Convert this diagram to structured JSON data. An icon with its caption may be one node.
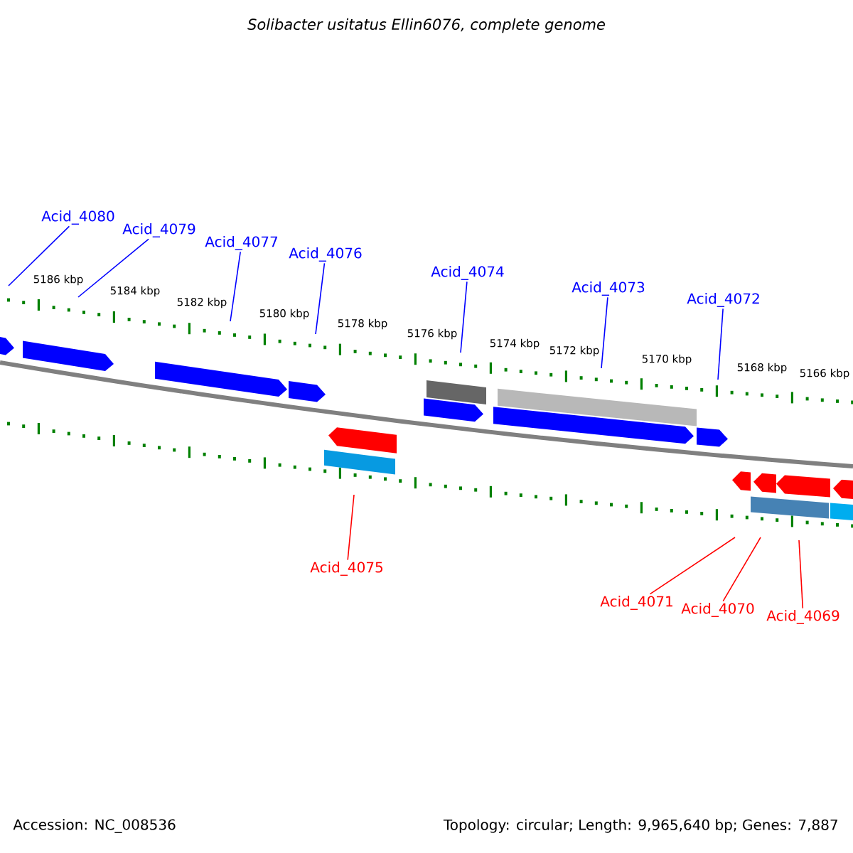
{
  "diagram": {
    "title": "Solibacter usitatus Ellin6076, complete genome",
    "nodes": [
      {
        "text": [
          "Acid_4080"
        ]
      },
      {
        "text": [
          "Acid_4079"
        ]
      },
      {
        "text": [
          "Acid_4077"
        ]
      },
      {
        "text": [
          "Acid_4076"
        ]
      },
      {
        "text": [
          "Acid_4074"
        ]
      },
      {
        "text": [
          "Acid_4073"
        ]
      },
      {
        "text": [
          "Acid_4072"
        ]
      },
      {
        "text": [
          "Acid_4075"
        ]
      },
      {
        "text": [
          "Acid_4071"
        ]
      },
      {
        "text": [
          "Acid_4070"
        ]
      },
      {
        "text": [
          "Acid_4069"
        ]
      }
    ],
    "edges": [
      {
        "from": 0,
        "to": null,
        "arrow": "none"
      },
      {
        "from": 1,
        "to": null,
        "arrow": "none"
      },
      {
        "from": 2,
        "to": null,
        "arrow": "none"
      },
      {
        "from": 3,
        "to": null,
        "arrow": "none"
      },
      {
        "from": 4,
        "to": null,
        "arrow": "none"
      },
      {
        "from": 5,
        "to": null,
        "arrow": "none"
      },
      {
        "from": 6,
        "to": null,
        "arrow": "none"
      },
      {
        "from": 7,
        "to": null,
        "arrow": "none",
        "color": "#ff0000"
      },
      {
        "from": 8,
        "to": null,
        "arrow": "none",
        "color": "#ff0000"
      },
      {
        "from": 9,
        "to": null,
        "arrow": "none",
        "color": "#ff0000"
      },
      {
        "from": 10,
        "to": null,
        "arrow": "none",
        "color": "#ff0000"
      }
    ],
    "labels": [
      "5186 kbp",
      "5184 kbp",
      "5182 kbp",
      "5180 kbp",
      "5178 kbp",
      "5176 kbp",
      "5174 kbp",
      "5172 kbp",
      "5170 kbp",
      "5168 kbp",
      "5166 kbp",
      "Accession: NC_008536",
      "Topology: circular; Length: 9,965,640 bp; Genes: 7,887"
    ]
  }
}
